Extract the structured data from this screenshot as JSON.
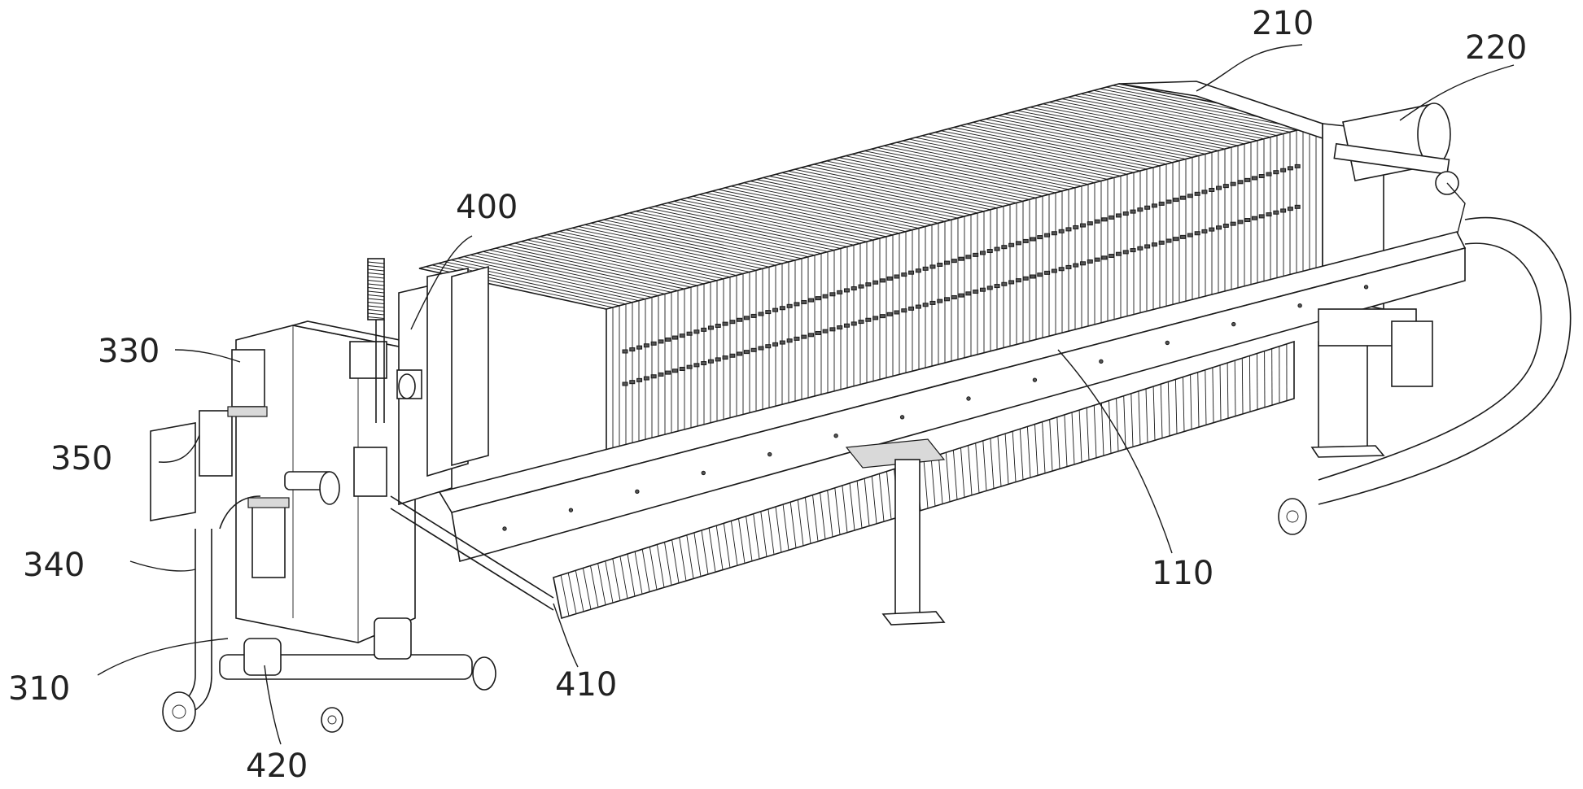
{
  "figure": {
    "labels": [
      {
        "id": "210",
        "text": "210"
      },
      {
        "id": "220",
        "text": "220"
      },
      {
        "id": "400",
        "text": "400"
      },
      {
        "id": "330",
        "text": "330"
      },
      {
        "id": "350",
        "text": "350"
      },
      {
        "id": "340",
        "text": "340"
      },
      {
        "id": "310",
        "text": "310"
      },
      {
        "id": "420",
        "text": "420"
      },
      {
        "id": "410",
        "text": "410"
      },
      {
        "id": "110",
        "text": "110"
      }
    ]
  }
}
